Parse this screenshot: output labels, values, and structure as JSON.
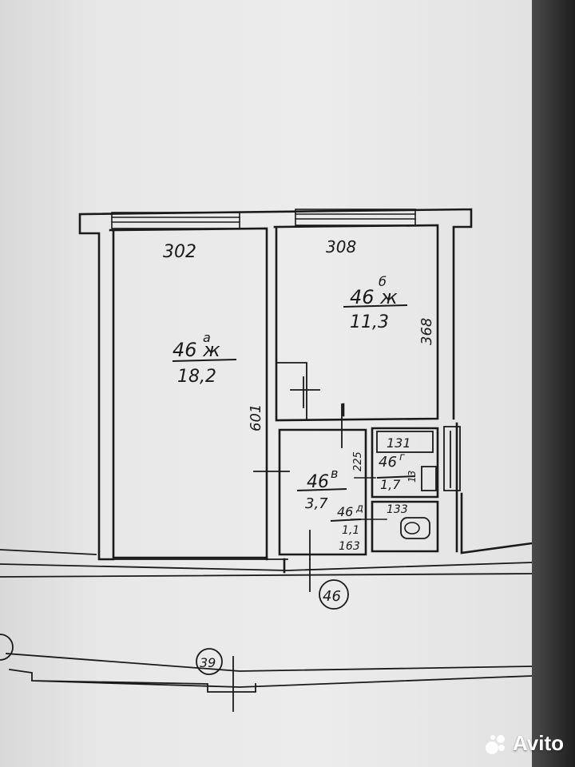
{
  "rooms": [
    {
      "id": "room-a",
      "code": "46 ж",
      "letter": "а",
      "area": "18,2",
      "width": "302",
      "depth": "601"
    },
    {
      "id": "room-b",
      "code": "46 ж",
      "letter": "б",
      "area": "11,3",
      "width": "308",
      "depth": "368"
    },
    {
      "id": "hall",
      "code": "46",
      "letter": "в",
      "area": "3,7",
      "dim": "225"
    },
    {
      "id": "bath",
      "code": "46",
      "letter": "г",
      "area": "1,7",
      "width": "131",
      "dim": "13"
    },
    {
      "id": "wc",
      "code": "46",
      "letter": "д",
      "area": "1,1",
      "width": "133",
      "dim": "163"
    }
  ],
  "axes": {
    "axis_46": "46",
    "axis_39": "39"
  },
  "watermark": {
    "brand": "Avito"
  }
}
